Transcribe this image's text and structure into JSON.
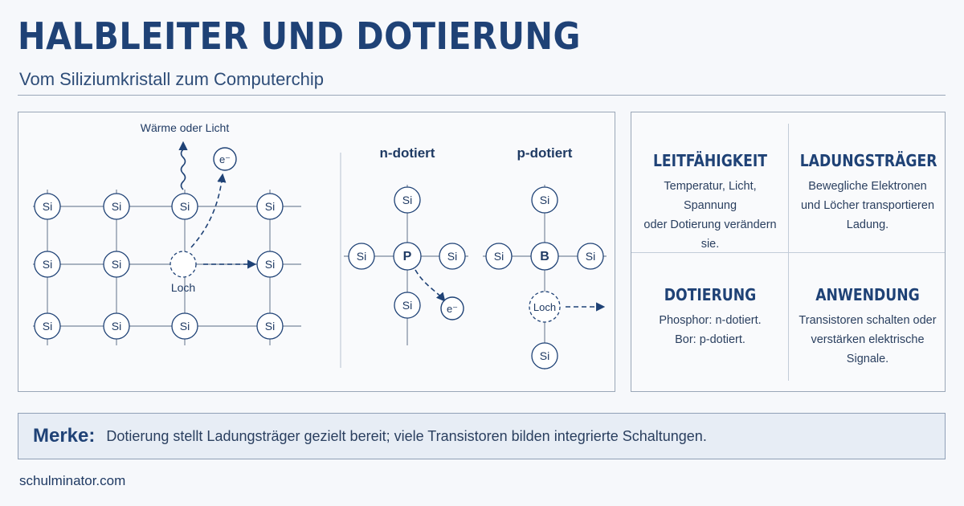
{
  "header": {
    "title": "HALBLEITER UND DOTIERUNG",
    "subtitle": "Vom Siliziumkristall zum Computerchip"
  },
  "diagram": {
    "lattice": {
      "heat_label": "Wärme oder Licht",
      "electron_label": "e⁻",
      "hole_label": "Loch",
      "atom_label": "Si"
    },
    "n_doped": {
      "title": "n-dotiert",
      "dopant": "P",
      "neighbor": "Si",
      "electron_label": "e⁻"
    },
    "p_doped": {
      "title": "p-dotiert",
      "dopant": "B",
      "neighbor": "Si",
      "hole_label": "Loch"
    },
    "colors": {
      "stroke": "#1f4276",
      "bond": "#8d9aab",
      "atom_fill": "#ffffff"
    }
  },
  "info": [
    {
      "title": "LEITFÄHIGKEIT",
      "lines": [
        "Temperatur, Licht, Spannung",
        "oder Dotierung verändern sie."
      ]
    },
    {
      "title": "LADUNGSTRÄGER",
      "lines": [
        "Bewegliche Elektronen",
        "und Löcher transportieren",
        "Ladung."
      ]
    },
    {
      "title": "DOTIERUNG",
      "lines": [
        "Phosphor: n-dotiert.",
        "Bor: p-dotiert."
      ]
    },
    {
      "title": "ANWENDUNG",
      "lines": [
        "Transistoren schalten oder",
        "verstärken elektrische",
        "Signale."
      ]
    }
  ],
  "merke": {
    "label": "Merke:",
    "text": "Dotierung stellt Ladungsträger gezielt bereit; viele Transistoren bilden integrierte Schaltungen."
  },
  "footer": {
    "site": "schulminator.com"
  }
}
